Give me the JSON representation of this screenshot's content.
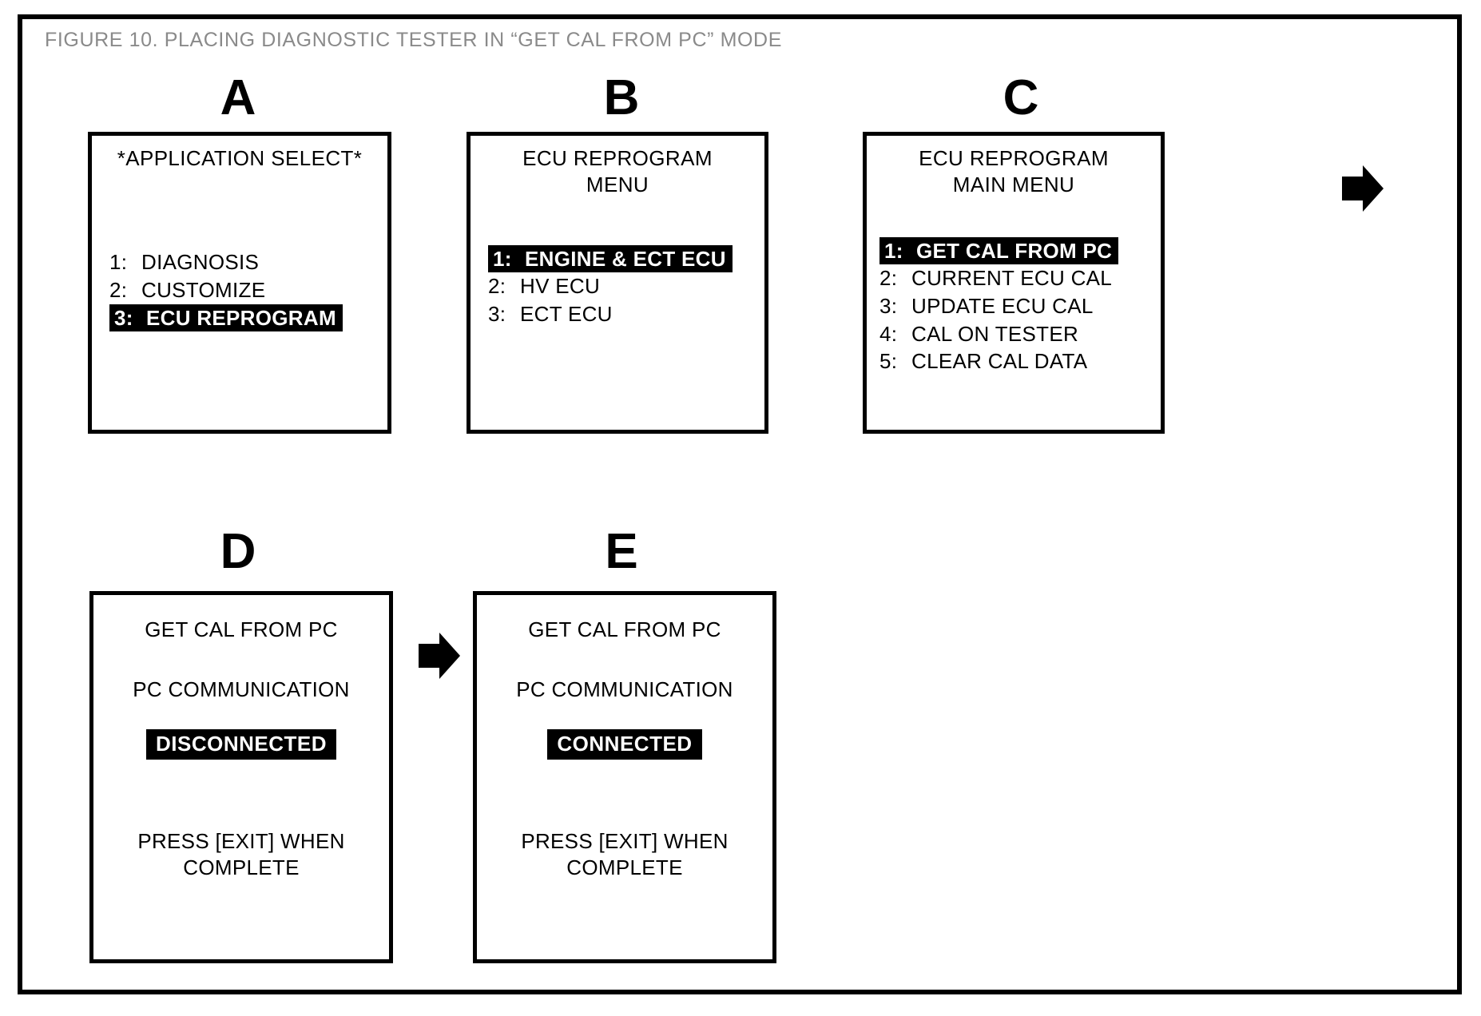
{
  "figure": {
    "title": "FIGURE 10.  PLACING DIAGNOSTIC TESTER IN “GET CAL FROM PC” MODE",
    "title_color": "#8a8a8a",
    "frame_color": "#000000",
    "highlight_bg": "#000000",
    "highlight_fg": "#ffffff"
  },
  "panels": {
    "a": {
      "letter": "A",
      "header": "*APPLICATION SELECT*",
      "items": [
        {
          "num": "1:",
          "label": "DIAGNOSIS",
          "selected": false
        },
        {
          "num": "2:",
          "label": "CUSTOMIZE",
          "selected": false
        },
        {
          "num": "3:",
          "label": "ECU REPROGRAM",
          "selected": true
        }
      ]
    },
    "b": {
      "letter": "B",
      "header": "ECU REPROGRAM\nMENU",
      "items": [
        {
          "num": "1:",
          "label": "ENGINE & ECT ECU",
          "selected": true
        },
        {
          "num": "2:",
          "label": "HV ECU",
          "selected": false
        },
        {
          "num": "3:",
          "label": "ECT ECU",
          "selected": false
        }
      ]
    },
    "c": {
      "letter": "C",
      "header": "ECU REPROGRAM\nMAIN MENU",
      "items": [
        {
          "num": "1:",
          "label": "GET CAL FROM PC",
          "selected": true
        },
        {
          "num": "2:",
          "label": "CURRENT ECU CAL",
          "selected": false
        },
        {
          "num": "3:",
          "label": "UPDATE ECU CAL",
          "selected": false
        },
        {
          "num": "4:",
          "label": "CAL ON TESTER",
          "selected": false
        },
        {
          "num": "5:",
          "label": "CLEAR CAL DATA",
          "selected": false
        }
      ]
    },
    "d": {
      "letter": "D",
      "line1": "GET CAL FROM PC",
      "line2": "PC COMMUNICATION",
      "status": "DISCONNECTED",
      "footer": "PRESS [EXIT] WHEN\nCOMPLETE"
    },
    "e": {
      "letter": "E",
      "line1": "GET CAL FROM PC",
      "line2": "PC COMMUNICATION",
      "status": "CONNECTED",
      "footer": "PRESS [EXIT] WHEN\nCOMPLETE"
    }
  },
  "arrows": [
    {
      "name": "arrow-a-to-b"
    },
    {
      "name": "arrow-b-to-c"
    },
    {
      "name": "arrow-c-to-next"
    },
    {
      "name": "arrow-d-to-e"
    }
  ]
}
